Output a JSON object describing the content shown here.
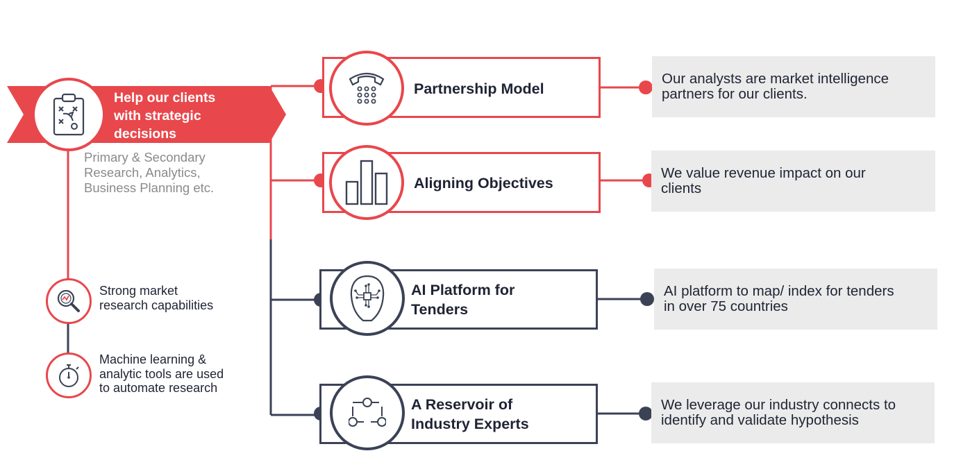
{
  "header": {
    "title_lines": [
      "Help our clients",
      "with strategic",
      "decisions"
    ],
    "subtitle_lines": [
      "Primary & Secondary",
      "Research, Analytics,",
      "Business Planning etc."
    ],
    "icon": "strategy-clipboard-icon"
  },
  "capabilities": [
    {
      "lines": [
        "Strong market",
        "research capabilities"
      ],
      "icon": "magnifier-analytics-icon"
    },
    {
      "lines": [
        "Machine learning &",
        "analytic tools are used",
        "to automate research"
      ],
      "icon": "stopwatch-icon"
    }
  ],
  "pillars": [
    {
      "title_lines": [
        "Partnership Model"
      ],
      "icon": "telephone-icon",
      "color": "#e8474c",
      "description_lines": [
        "Our analysts are market intelligence",
        "partners for our clients."
      ]
    },
    {
      "title_lines": [
        "Aligning Objectives"
      ],
      "icon": "bar-chart-icon",
      "color": "#e8474c",
      "description_lines": [
        "We value revenue impact on our",
        "clients"
      ]
    },
    {
      "title_lines": [
        "AI Platform for",
        "Tenders"
      ],
      "icon": "ai-head-icon",
      "color": "#3b4256",
      "description_lines": [
        "AI platform to map/ index for tenders",
        "in over 75 countries"
      ]
    },
    {
      "title_lines": [
        "A Reservoir of",
        "Industry Experts"
      ],
      "icon": "network-nodes-icon",
      "color": "#3b4256",
      "description_lines": [
        "We leverage our industry connects to",
        "identify and validate hypothesis"
      ]
    }
  ],
  "colors": {
    "accent": "#e8474c",
    "navy": "#3b4256",
    "panel": "#ebebeb",
    "text": "#1f2333",
    "muted": "#8a8a8a"
  }
}
